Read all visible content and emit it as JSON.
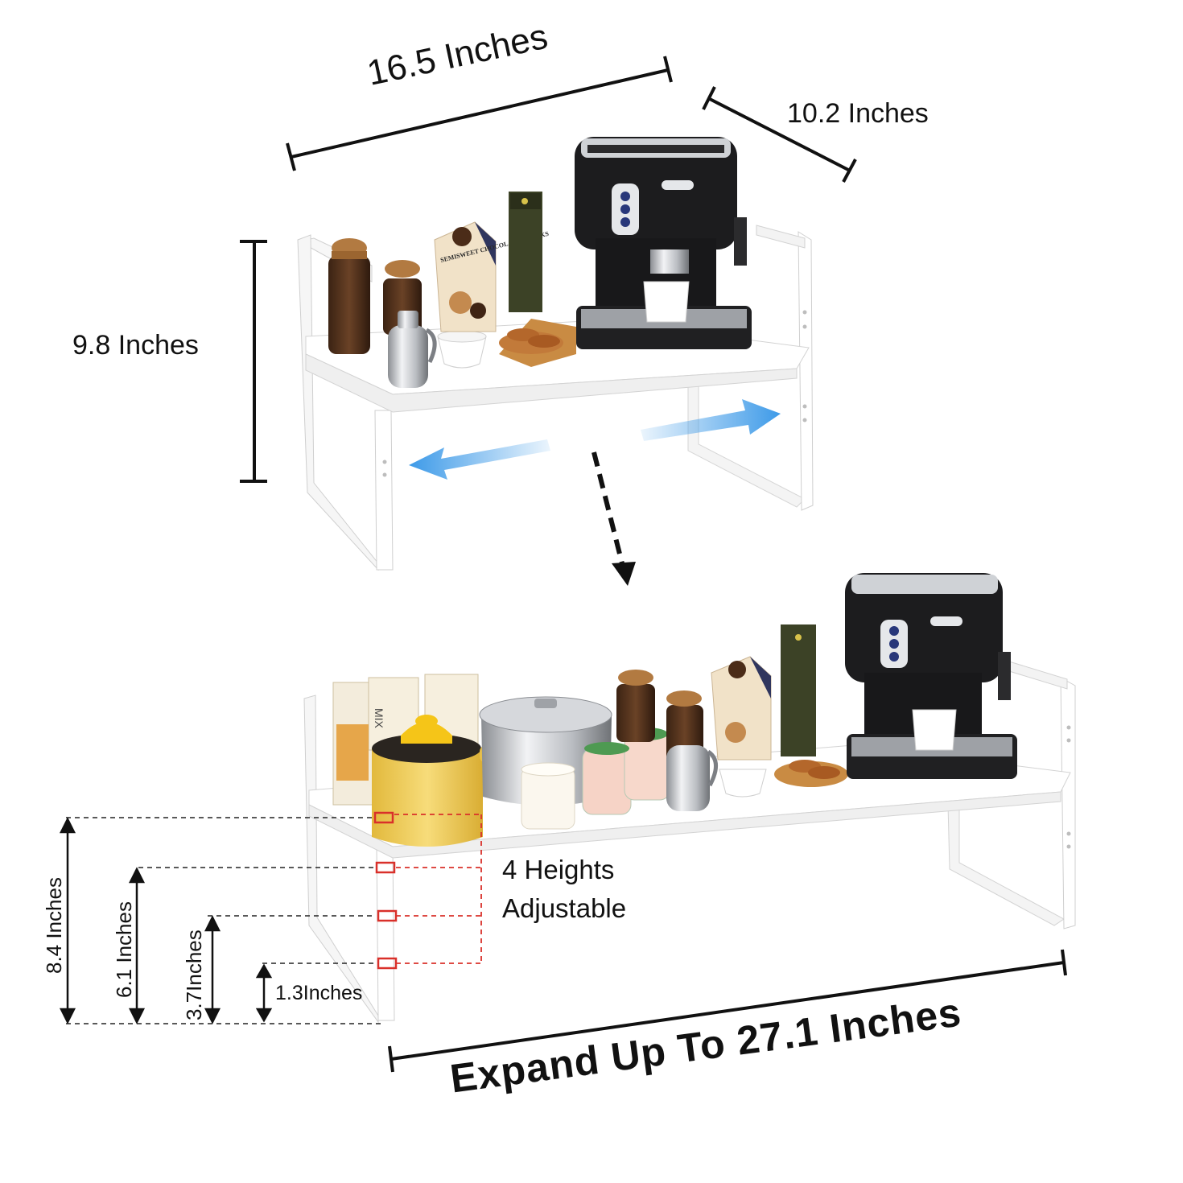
{
  "dimensions": {
    "width_label": "16.5 Inches",
    "depth_label": "10.2 Inches",
    "height_label": "9.8 Inches"
  },
  "adjustable": {
    "line1": "4 Heights",
    "line2": "Adjustable"
  },
  "heights": {
    "h1": "8.4 Inches",
    "h2": "6.1 Inches",
    "h3": "3.7Inches",
    "h4": "1.3Inches"
  },
  "expand_label": "Expand Up To 27.1 Inches",
  "product_labels": {
    "chocolate_box": "SEMISWEET CHOCOLATE CHUNKS",
    "mix_box": "MIX"
  },
  "colors": {
    "arrow_blue": "#3d9ae8",
    "marker_red": "#d9302a",
    "machine_black": "#1c1c1e",
    "pot_yellow": "#f1cf5a",
    "shelf_white": "#fafafa"
  }
}
